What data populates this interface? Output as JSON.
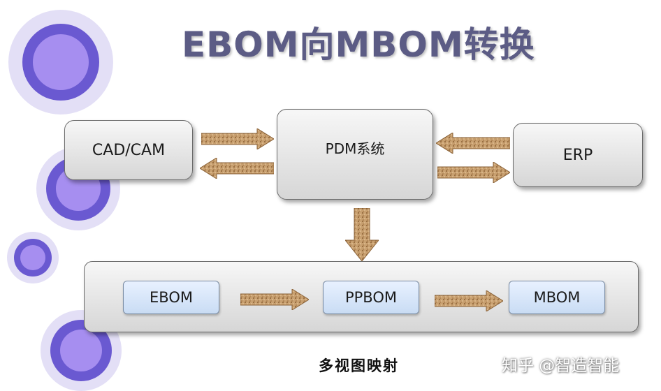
{
  "title": "EBOM向MBOM转换",
  "nodes": {
    "cad": "CAD/CAM",
    "pdm": "PDM系统",
    "erp": "ERP",
    "ebom": "EBOM",
    "ppbom": "PPBOM",
    "mbom": "MBOM"
  },
  "caption": "多视图映射",
  "watermark": "知乎 @智造智能",
  "colors": {
    "title": "#5c5c85",
    "circle_outer": "#d9d4f2",
    "circle_ring": "#6e5fd4",
    "circle_core": "#a98ff0",
    "arrow_fill": "#c19a6b",
    "inner_box_fill": "#d6e6fb"
  }
}
